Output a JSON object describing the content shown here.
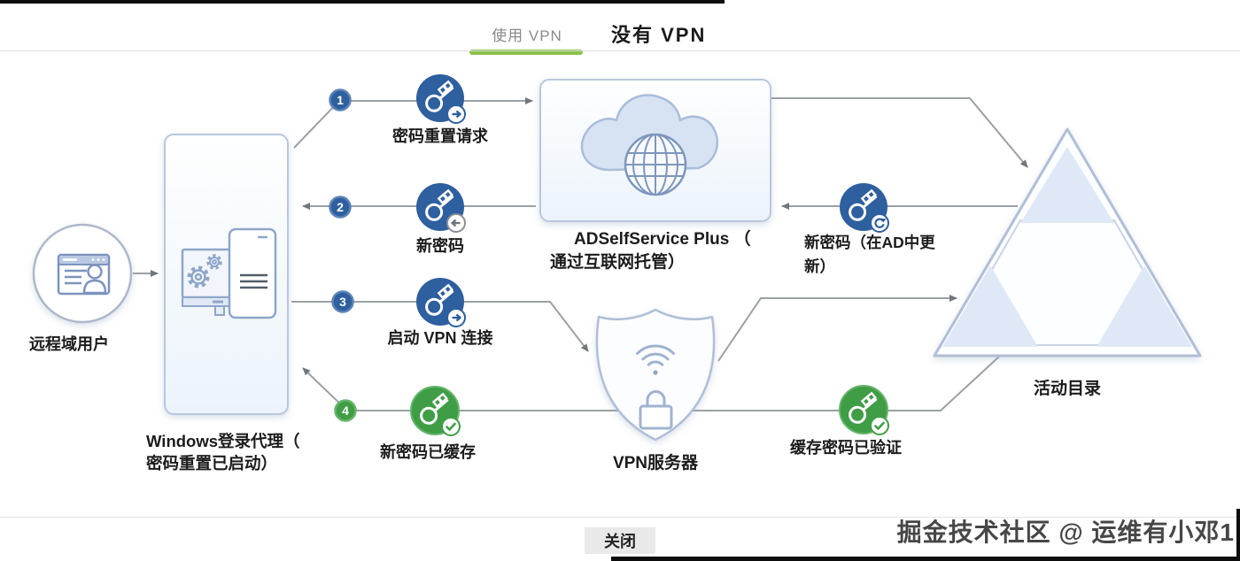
{
  "tabs": {
    "with_vpn": "使用 VPN",
    "without_vpn": "没有 VPN"
  },
  "nodes": {
    "remote_user": "远程域用户",
    "windows_agent_line1": "Windows登录代理（",
    "windows_agent_line2": "密码重置已启动）",
    "adssp_line1": "ADSelfService Plus （",
    "adssp_line2": "通过互联网托管）",
    "vpn_server": "VPN服务器",
    "active_directory": "活动目录"
  },
  "steps": [
    {
      "number": "1",
      "label": "密码重置请求",
      "color": "blue",
      "badge": "arrow-right"
    },
    {
      "number": "2",
      "label": "新密码",
      "color": "blue",
      "badge": "arrow-left"
    },
    {
      "number": "3",
      "label": "启动 VPN 连接",
      "color": "blue",
      "badge": "arrow-right"
    },
    {
      "number": "4",
      "label": "新密码已缓存",
      "color": "green",
      "badge": "check"
    }
  ],
  "annotations": {
    "new_password_ad_line1": "新密码（在AD中更",
    "new_password_ad_line2": "新）",
    "cached_password_verified": "缓存密码已验证"
  },
  "footer": {
    "close_label": "关闭"
  },
  "watermark": "掘金技术社区 @ 运维有小邓1",
  "colors": {
    "key_blue": "#2e5f9e",
    "key_green": "#3f9d46",
    "connector": "#9aa0a6",
    "tab_underline": "#8bc34a",
    "box_border": "#b9c7dc"
  }
}
